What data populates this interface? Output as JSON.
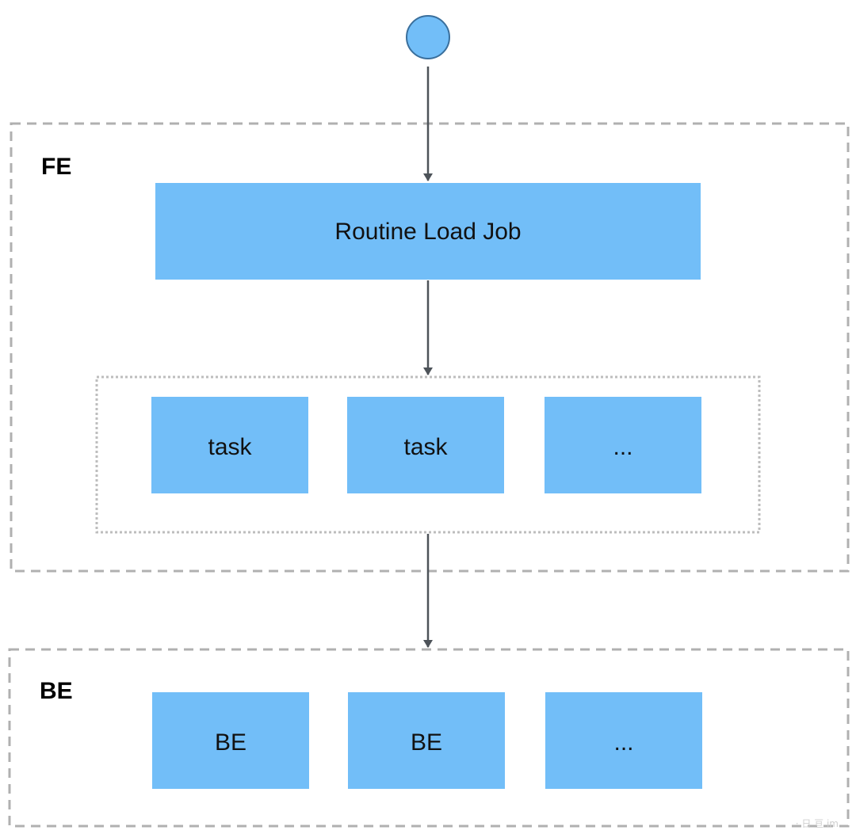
{
  "colors": {
    "node_fill": "#72BEF8",
    "start_fill": "#72BEF8",
    "start_stroke": "#3A6F9C",
    "arrow": "#4D5359",
    "group_border": "#B0B0B0",
    "inner_border": "#BDBDBD"
  },
  "start_node": {
    "shape": "circle"
  },
  "fe": {
    "label": "FE",
    "job": "Routine Load Job",
    "tasks": [
      "task",
      "task",
      "..."
    ]
  },
  "be": {
    "label": "BE",
    "nodes": [
      "BE",
      "BE",
      "..."
    ]
  },
  "watermark": "· 日 亘 im"
}
